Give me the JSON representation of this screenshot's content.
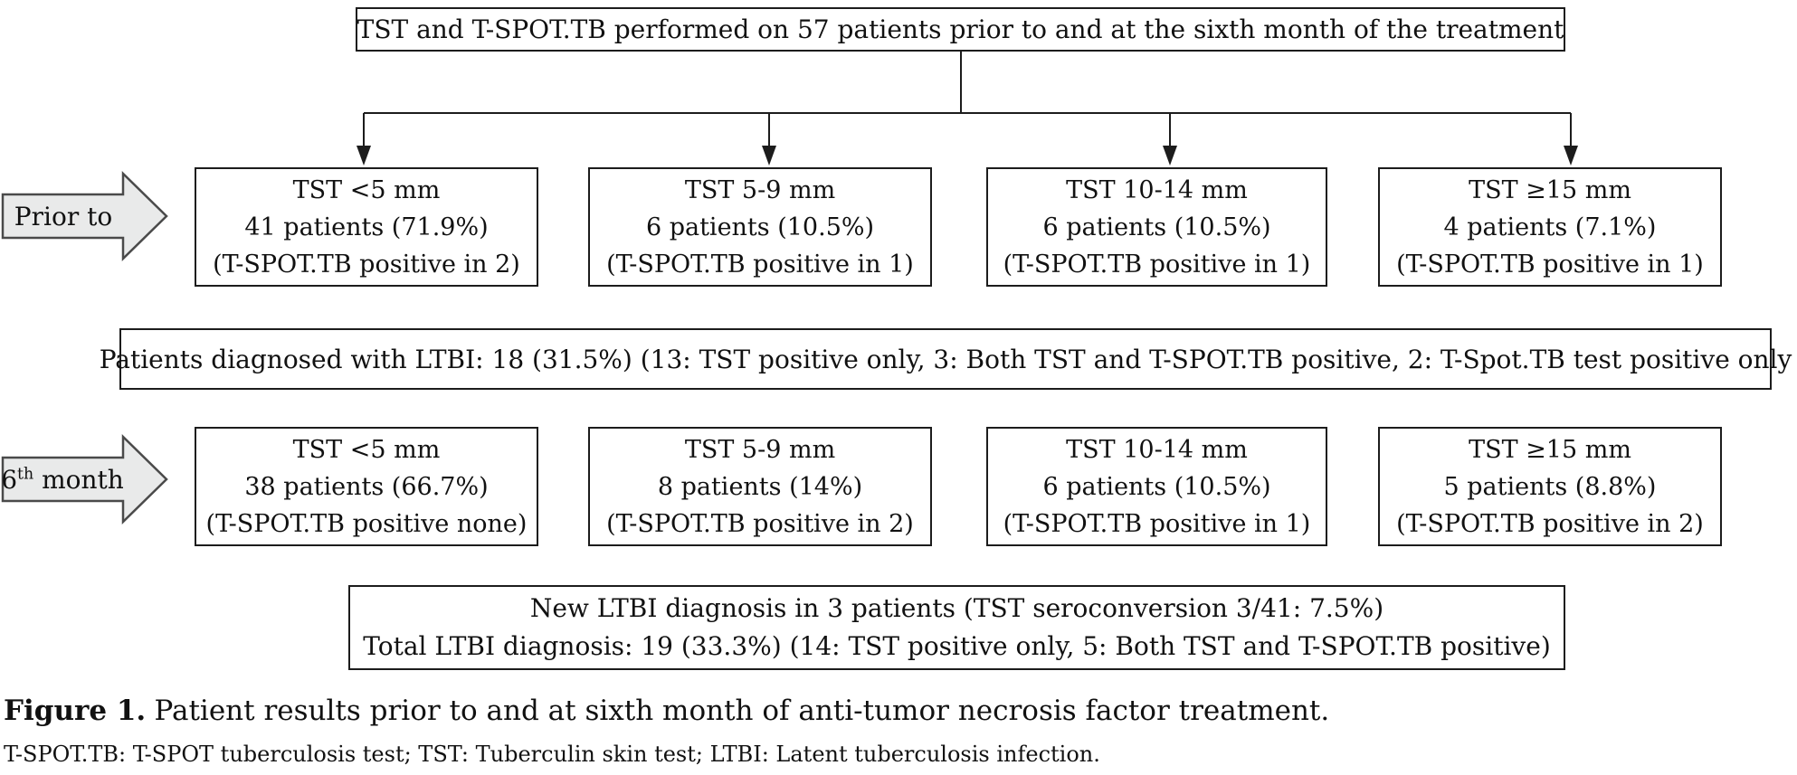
{
  "figure": {
    "root_box": "TST and T-SPOT.TB performed on 57 patients prior to and at the sixth month of the treatment",
    "prior_row": {
      "arrow_label": "Prior to",
      "boxes": [
        {
          "lines": [
            "TST <5 mm",
            "41 patients (71.9%)",
            "(T-SPOT.TB positive in 2)"
          ]
        },
        {
          "lines": [
            "TST 5-9 mm",
            "6 patients (10.5%)",
            "(T-SPOT.TB positive in 1)"
          ]
        },
        {
          "lines": [
            "TST 10-14 mm",
            "6 patients (10.5%)",
            "(T-SPOT.TB positive in 1)"
          ]
        },
        {
          "lines": [
            "TST ≥15 mm",
            "4 patients (7.1%)",
            "(T-SPOT.TB positive in 1)"
          ]
        }
      ],
      "summary": "Patients diagnosed with LTBI: 18 (31.5%) (13: TST positive only, 3: Both TST and T-SPOT.TB positive, 2: T-Spot.TB test positive only"
    },
    "sixth_row": {
      "arrow_label": {
        "base": "6",
        "sup": "th",
        "rest": " month"
      },
      "boxes": [
        {
          "lines": [
            "TST <5 mm",
            "38 patients (66.7%)",
            "(T-SPOT.TB positive none)"
          ]
        },
        {
          "lines": [
            "TST 5-9 mm",
            "8 patients (14%)",
            "(T-SPOT.TB positive in 2)"
          ]
        },
        {
          "lines": [
            "TST 10-14 mm",
            "6 patients (10.5%)",
            "(T-SPOT.TB positive in 1)"
          ]
        },
        {
          "lines": [
            "TST ≥15 mm",
            "5 patients (8.8%)",
            "(T-SPOT.TB positive in 2)"
          ]
        }
      ],
      "summary_line1": "New LTBI diagnosis in 3 patients (TST seroconversion 3/41: 7.5%)",
      "summary_line2": "Total LTBI diagnosis: 19 (33.3%) (14: TST positive only, 5: Both TST and T-SPOT.TB positive)"
    },
    "caption": {
      "label": "Figure 1.",
      "text": "Patient results prior to and at sixth month of anti-tumor necrosis factor treatment."
    },
    "footnote": "T-SPOT.TB: T-SPOT tuberculosis test; TST: Tuberculin skin test; LTBI: Latent tuberculosis infection.",
    "colors": {
      "line": "#1c1c1c",
      "arrow_fill": "#e9eaea",
      "arrow_stroke": "#4a4a4a"
    }
  }
}
